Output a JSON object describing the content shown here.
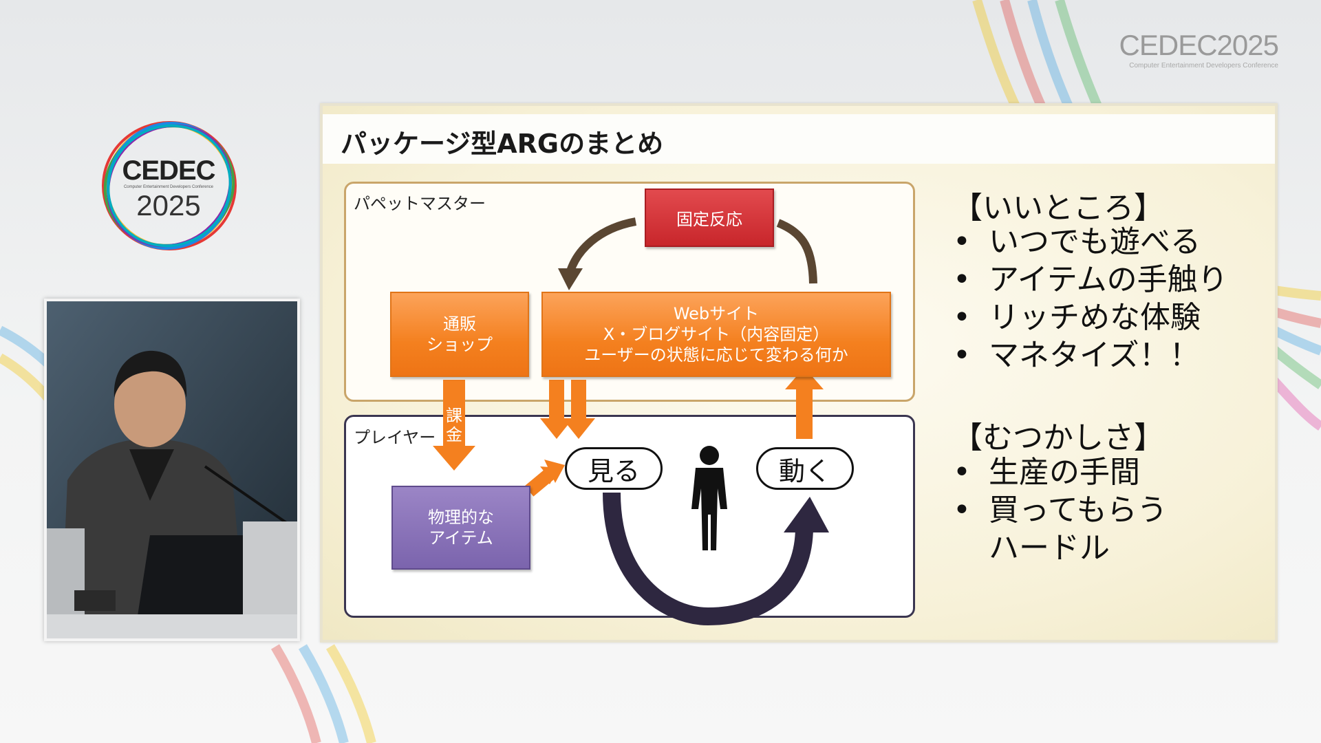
{
  "header_logo": {
    "name": "CEDEC2025",
    "tagline": "Computer Entertainment Developers Conference"
  },
  "round_logo": {
    "name": "CEDEC",
    "tagline": "Computer Entertainment Developers Conference",
    "year": "2025"
  },
  "slide": {
    "title": "パッケージ型ARGのまとめ",
    "puppet_master": {
      "label": "パペットマスター",
      "fixed_response": "固定反応",
      "shop_lines": [
        "通販",
        "ショップ"
      ],
      "web_lines": [
        "Webサイト",
        "X・ブログサイト（内容固定）",
        "ユーザーの状態に応じて変わる何か"
      ]
    },
    "player": {
      "label": "プレイヤー",
      "billing_lines": [
        "課",
        "金"
      ],
      "item_lines": [
        "物理的な",
        "アイテム"
      ],
      "see": "見る",
      "move": "動く"
    },
    "good_points": {
      "heading": "【いいところ】",
      "items": [
        "いつでも遊べる",
        "アイテムの手触り",
        "リッチめな体験",
        "マネタイズ！！"
      ]
    },
    "difficulties": {
      "heading": "【むつかしさ】",
      "items": [
        "生産の手間",
        "買ってもらう",
        "ハードル"
      ]
    },
    "bullet": "•"
  },
  "colors": {
    "orange": "#f4801f",
    "red": "#c8262b",
    "purple": "#7b64ad",
    "brown_arrow": "#5a4632",
    "dark_arrow": "#2e2740"
  }
}
